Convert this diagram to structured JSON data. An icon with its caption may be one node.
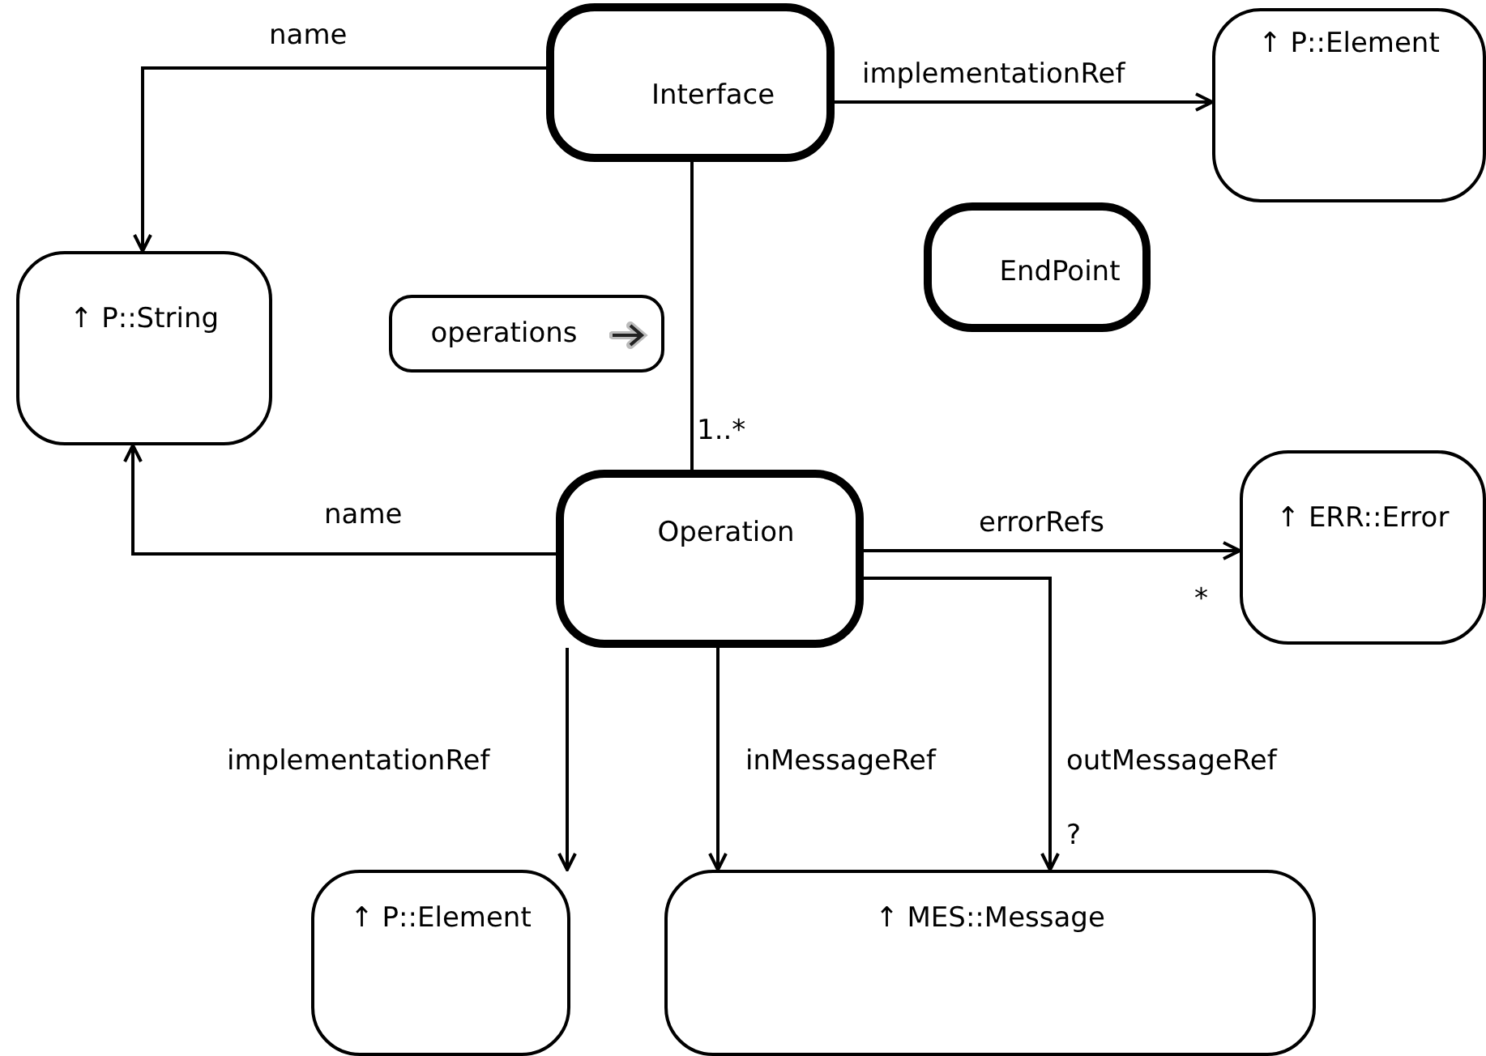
{
  "diagram": {
    "nodes": [
      {
        "text": [
          "Interface"
        ]
      },
      {
        "text": [
          "↑ P::Element"
        ]
      },
      {
        "text": [
          "↑ P::String"
        ]
      },
      {
        "text": [
          "EndPoint"
        ]
      },
      {
        "text": [
          "operations"
        ]
      },
      {
        "text": [
          "Operation"
        ]
      },
      {
        "text": [
          "↑ ERR::Error"
        ]
      },
      {
        "text": [
          "↑ P::Element"
        ]
      },
      {
        "text": [
          "↑ MES::Message"
        ]
      }
    ],
    "edges": [
      {
        "from": 0,
        "to": 2,
        "arrow": "to",
        "label": "name"
      },
      {
        "from": 0,
        "to": 1,
        "arrow": "to",
        "label": "implementationRef"
      },
      {
        "from": 0,
        "to": 5,
        "arrow": "none"
      },
      {
        "from": 5,
        "to": 2,
        "arrow": "to",
        "label": "name"
      },
      {
        "from": 5,
        "to": 6,
        "arrow": "to",
        "label": "errorRefs"
      },
      {
        "from": 5,
        "to": 7,
        "arrow": "to",
        "label": "implementationRef"
      },
      {
        "from": 5,
        "to": 8,
        "arrow": "to",
        "label": "inMessageRef"
      },
      {
        "from": 5,
        "to": 8,
        "arrow": "to",
        "label": "outMessageRef"
      }
    ],
    "labels": [
      "1..*",
      "*",
      "?"
    ]
  }
}
